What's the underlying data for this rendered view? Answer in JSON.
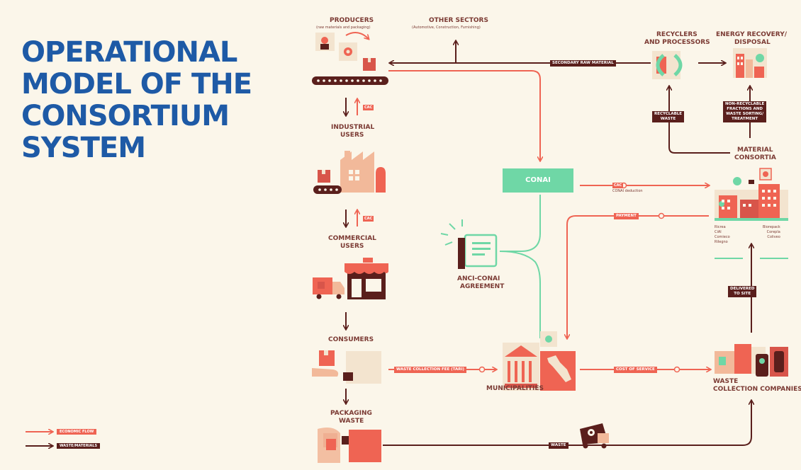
{
  "title": {
    "line1": "OPERATIONAL",
    "line2": "MODEL OF THE",
    "line3": "CONSORTIUM",
    "line4": "SYSTEM"
  },
  "nodes": {
    "producers": "PRODUCERS",
    "producers_sub": "(raw materials and packaging)",
    "other_sectors": "OTHER SECTORS",
    "other_sectors_sub": "(Automotive, Construction, Furnishing)",
    "recyclers_1": "RECYCLERS",
    "recyclers_2": "AND PROCESSORS",
    "energy_1": "ENERGY RECOVERY/",
    "energy_2": "DISPOSAL",
    "industrial_1": "INDUSTRIAL",
    "industrial_2": "USERS",
    "commercial_1": "COMMERCIAL",
    "commercial_2": "USERS",
    "consumers": "CONSUMERS",
    "packaging_1": "PACKAGING",
    "packaging_2": "WASTE",
    "conai": "CONAI",
    "anci_1": "ANCI-CONAI",
    "anci_2": "AGREEMENT",
    "municipalities": "MUNICIPALITIES",
    "material_1": "MATERIAL",
    "material_2": "CONSORTIA",
    "waste_co_1": "WASTE",
    "waste_co_2": "COLLECTION COMPANIES"
  },
  "flow_tags": {
    "secondary_raw_material": "SECONDARY RAW MATERIAL",
    "recyclable_waste_1": "RECYCLABLE",
    "recyclable_waste_2": "WASTE",
    "non_recyclable_1": "NON-RECYCLABLE",
    "non_recyclable_2": "FRACTIONS AND",
    "non_recyclable_3": "WASTE SORTING/",
    "non_recyclable_4": "TREATMENT",
    "cac_1": "CAC",
    "cac_2": "CAC",
    "cac_3": "CAC",
    "conai_deduction": "CONAI deduction",
    "payment": "PAYMENT",
    "delivered_1": "DELIVERED",
    "delivered_2": "TO SITE",
    "waste_fee": "WASTE COLLECTION FEE (TARI)",
    "cost_of_service": "COST OF SERVICE",
    "waste": "WASTE"
  },
  "consortia_members": {
    "left": [
      "Ricrea",
      "CiAl",
      "Comieco",
      "Rilegno"
    ],
    "right": [
      "Biorepack",
      "Corepla",
      "Coliveo"
    ]
  },
  "legend": {
    "economic": "ECONOMIC FLOW",
    "waste": "WASTE/MATERIALS"
  },
  "colors": {
    "title_blue": "#1e5aa6",
    "economic_red": "#ef6453",
    "material_brown": "#5a1f1c",
    "conai_green": "#6fd7a6",
    "background": "#fbf6ea"
  }
}
